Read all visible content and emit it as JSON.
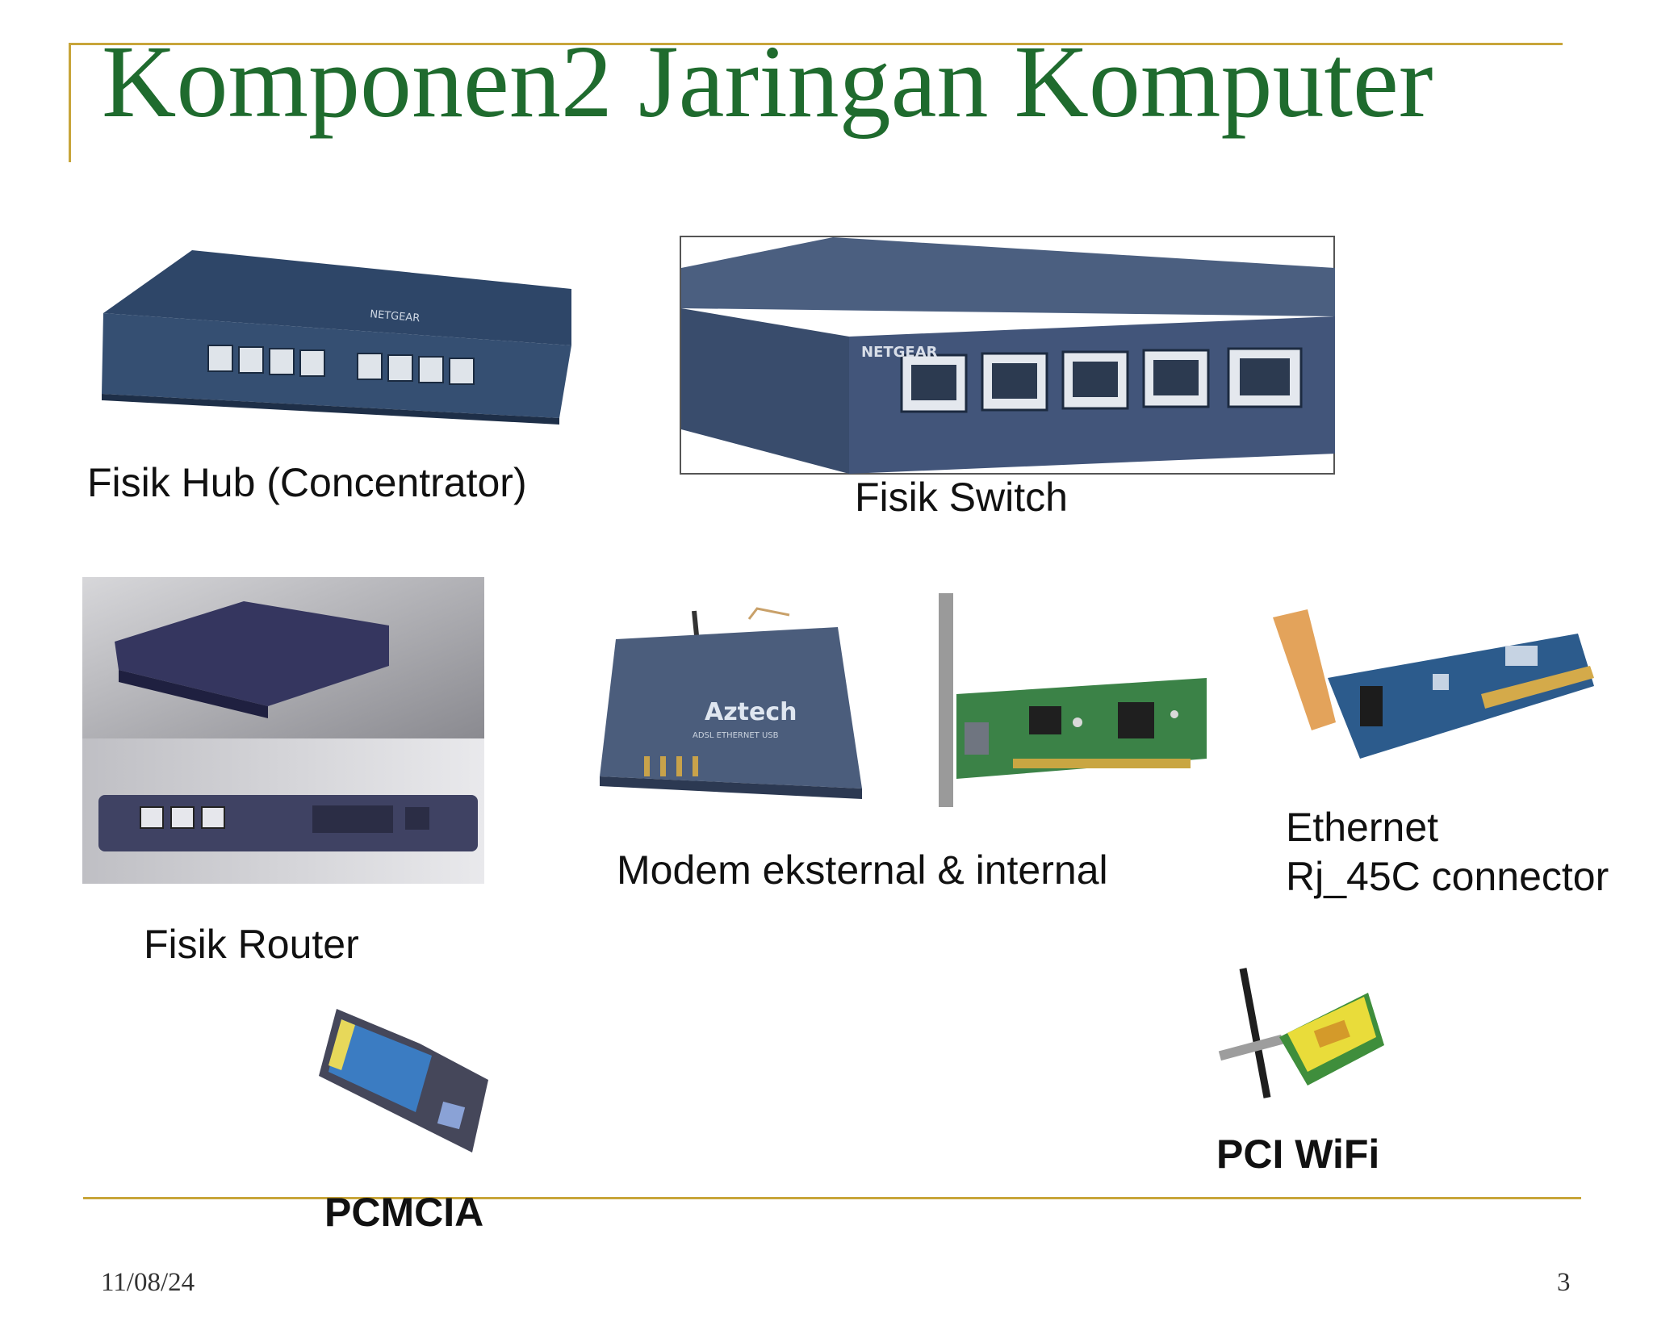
{
  "slide": {
    "title": "Komponen2 Jaringan Komputer",
    "footer_date": "11/08/24",
    "page_number": "3"
  },
  "captions": {
    "hub": "Fisik Hub (Concentrator)",
    "switch": "Fisik Switch",
    "router": "Fisik Router",
    "modem": "Modem eksternal & internal",
    "ethernet_line1": "Ethernet",
    "ethernet_line2": "Rj_45C connector",
    "pcmcia": "PCMCIA",
    "pci_wifi": "PCI WiFi"
  },
  "device_labels": {
    "hub_brand": "NETGEAR",
    "switch_brand": "NETGEAR",
    "modem_brand": "Aztech",
    "modem_sub": "ADSL ETHERNET USB"
  },
  "colors": {
    "title": "#1f6b2e",
    "rule": "#c8a53a",
    "device_blue": "#3a4f6f",
    "pcb_green": "#2f7a3a",
    "pcb_blue": "#2c5b8c"
  }
}
